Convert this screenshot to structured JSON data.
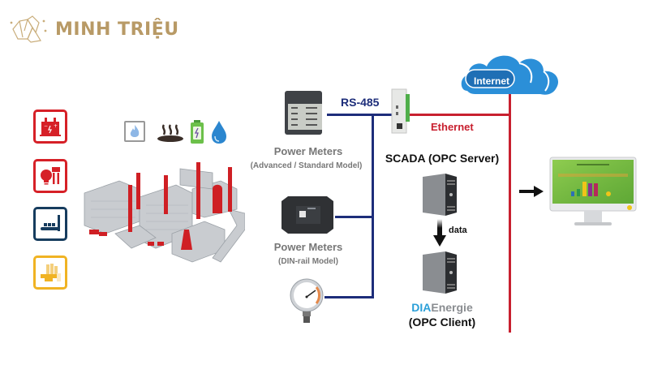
{
  "brand": {
    "name": "MINH TRIỆU",
    "color": "#b89a66"
  },
  "categories": [
    {
      "icon": "battery-icon",
      "color": "#d62027"
    },
    {
      "icon": "lighting-icon",
      "color": "#d62027"
    },
    {
      "icon": "conveyor-icon",
      "color": "#163c5e"
    },
    {
      "icon": "machinery-icon",
      "color": "#f0b323"
    }
  ],
  "utilities": [
    {
      "icon": "gas-flame-icon"
    },
    {
      "icon": "steam-icon"
    },
    {
      "icon": "electricity-battery-icon"
    },
    {
      "icon": "water-drop-icon"
    }
  ],
  "devices": {
    "meter_advanced": {
      "title": "Power Meters",
      "subtitle": "(Advanced / Standard Model)"
    },
    "meter_din": {
      "title": "Power Meters",
      "subtitle": "(DIN-rail Model)"
    },
    "gauge": {
      "icon": "pressure-gauge-icon"
    },
    "plc": {
      "icon": "plc-controller-icon"
    }
  },
  "network": {
    "rs485_label": "RS-485",
    "ethernet_label": "Ethernet",
    "internet_label": "Internet",
    "rs485_color": "#1d2d7a",
    "ethernet_color": "#c8202f",
    "cloud_color": "#2b8fd8"
  },
  "scada": {
    "title": "SCADA (OPC Server)"
  },
  "flow": {
    "data_label": "data"
  },
  "client": {
    "brand_prefix": "DIA",
    "brand_suffix": "Energie",
    "subtitle": "(OPC Client)",
    "prefix_color": "#2a9fd8"
  }
}
